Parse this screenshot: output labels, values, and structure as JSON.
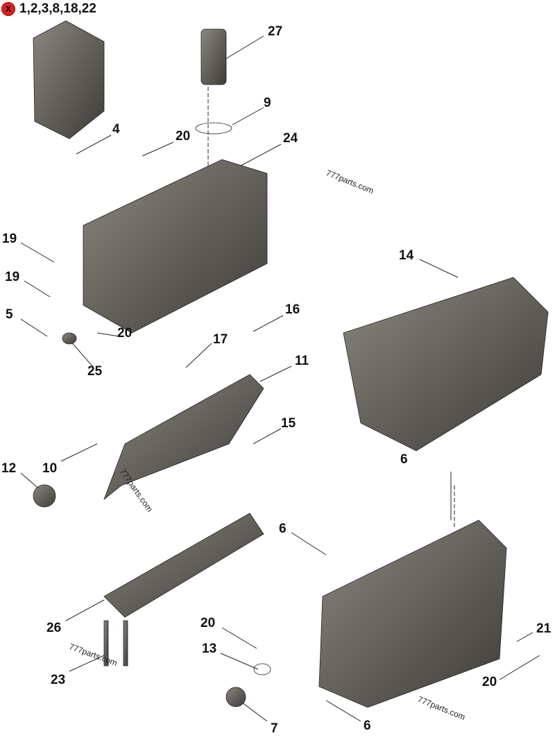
{
  "header": {
    "icon": "remove-x-icon",
    "icon_glyph": "X",
    "parts_list": "1,2,3,8,18,22"
  },
  "watermark": "777parts.com",
  "callouts": [
    "27",
    "9",
    "4",
    "20",
    "24",
    "19",
    "19",
    "5",
    "20",
    "25",
    "16",
    "17",
    "11",
    "15",
    "14",
    "6",
    "12",
    "10",
    "6",
    "26",
    "20",
    "13",
    "23",
    "21",
    "20",
    "7",
    "6"
  ]
}
